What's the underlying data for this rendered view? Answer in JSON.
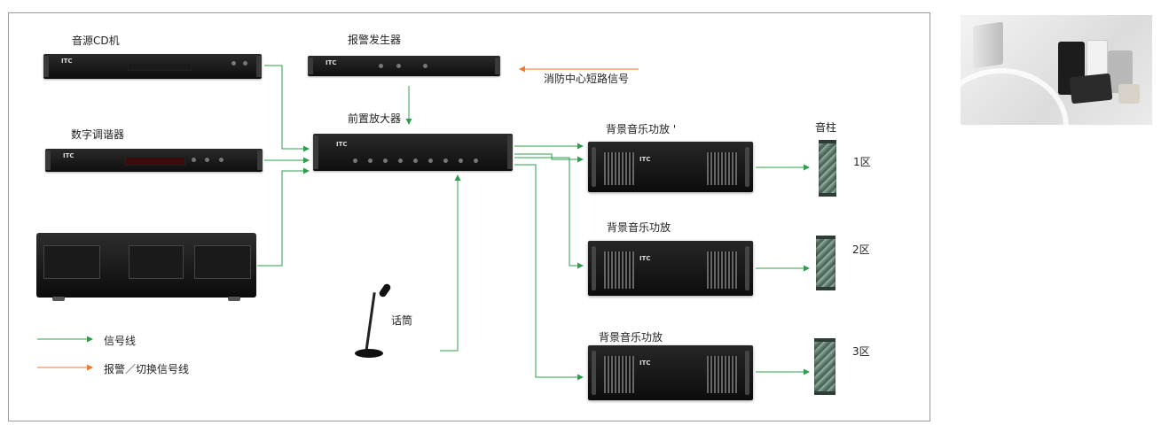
{
  "diagram": {
    "source_cd": "音源CD机",
    "tuner": "数字调谐器",
    "alarm_generator": "报警发生器",
    "fire_signal": "消防中心短路信号",
    "preamp": "前置放大器",
    "bgm_amp_1": "背景音乐功放 '",
    "bgm_amp_2": "背景音乐功放",
    "bgm_amp_3": "背景音乐功放",
    "column_speaker": "音柱",
    "zone_1": "1区",
    "zone_2": "2区",
    "zone_3": "3区",
    "microphone": "话筒"
  },
  "legend": {
    "signal_line": "信号线",
    "alarm_line": "报警／切换信号线"
  },
  "colors": {
    "signal": "#2e9e4e",
    "alarm": "#f07a2a",
    "frame": "#9a9a9a"
  }
}
